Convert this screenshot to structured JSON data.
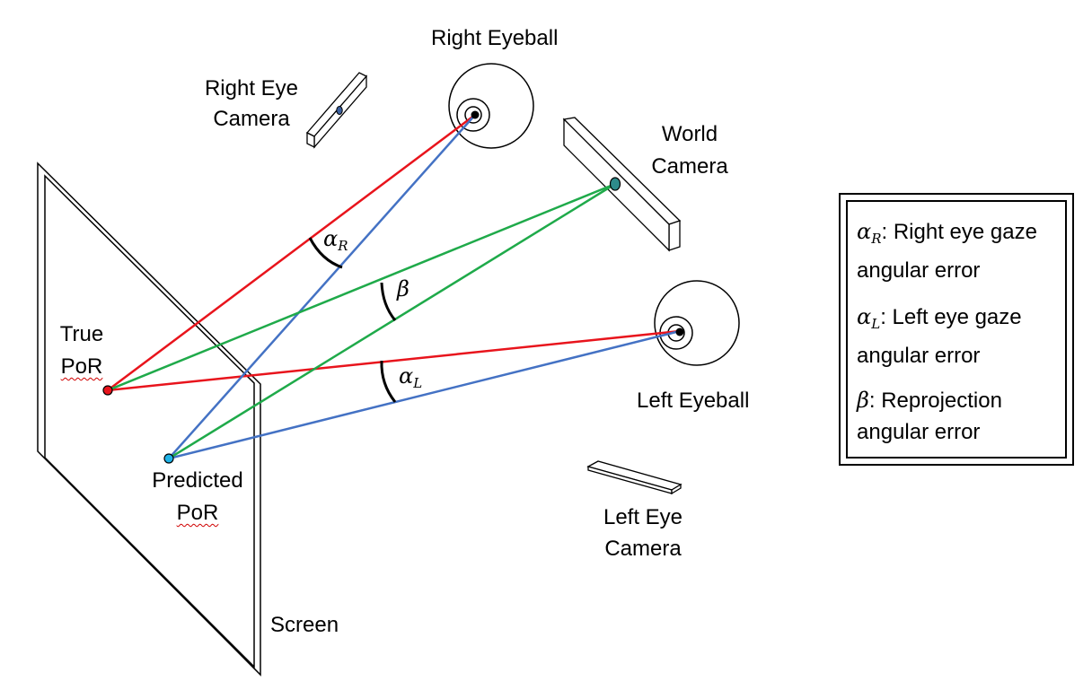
{
  "labels": {
    "right_eyeball": "Right Eyeball",
    "right_eye_camera_1": "Right Eye",
    "right_eye_camera_2": "Camera",
    "world_camera_1": "World",
    "world_camera_2": "Camera",
    "true_por_1": "True",
    "true_por_2": "PoR",
    "predicted_por_1": "Predicted",
    "predicted_por_2": "PoR",
    "left_eyeball": "Left Eyeball",
    "left_eye_camera_1": "Left Eye",
    "left_eye_camera_2": "Camera",
    "screen": "Screen"
  },
  "angles": {
    "alpha_r_symbol": "α",
    "alpha_r_sub": "R",
    "beta_symbol": "β",
    "alpha_l_symbol": "α",
    "alpha_l_sub": "L"
  },
  "legend": {
    "items": [
      {
        "symbol": "α",
        "sub": "R",
        "line1": ": Right eye gaze",
        "line2": "angular error"
      },
      {
        "symbol": "α",
        "sub": "L",
        "line1": ": Left eye gaze",
        "line2": "angular error"
      },
      {
        "symbol": "β",
        "sub": "",
        "line1": ": Reprojection",
        "line2": "angular error"
      }
    ]
  },
  "colors": {
    "true_ray": "#e8141c",
    "predicted_ray": "#4472c4",
    "world_ray": "#1faa4a",
    "true_point": "#e8141c",
    "predicted_point": "#1fb3e8",
    "world_lens": "#2e8b8b",
    "outline": "#000000"
  }
}
